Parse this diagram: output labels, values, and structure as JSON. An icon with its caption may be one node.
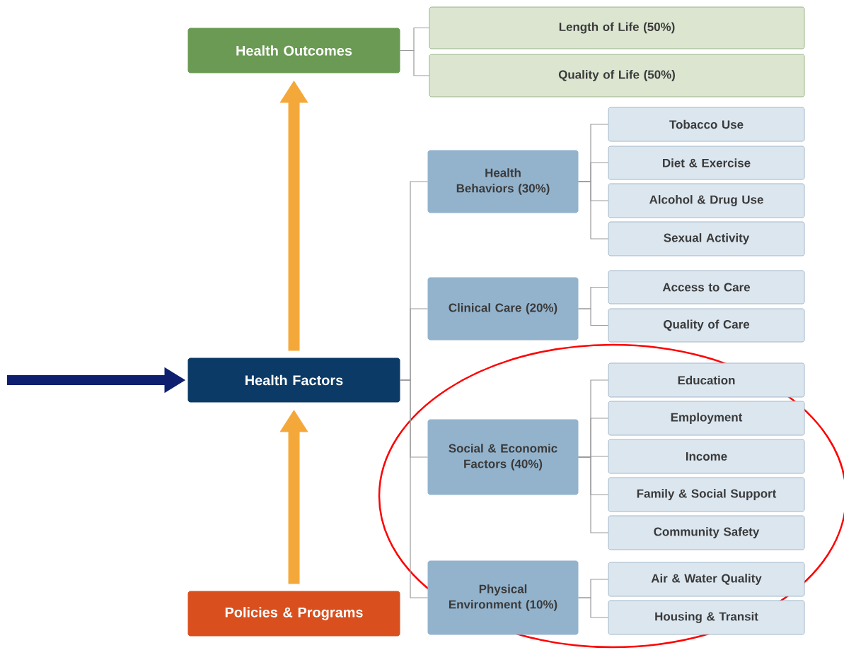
{
  "diagram": {
    "nodes": [
      {
        "text": [
          "Health Outcomes"
        ]
      },
      {
        "text": [
          "Length of Life (50%)"
        ]
      },
      {
        "text": [
          "Quality of Life (50%)"
        ]
      },
      {
        "text": [
          "Health Behaviors (30%)"
        ]
      },
      {
        "text": [
          "Tobacco Use"
        ]
      },
      {
        "text": [
          "Diet & Exercise"
        ]
      },
      {
        "text": [
          "Alcohol & Drug Use"
        ]
      },
      {
        "text": [
          "Sexual Activity"
        ]
      },
      {
        "text": [
          "Clinical Care (20%)"
        ]
      },
      {
        "text": [
          "Access to Care"
        ]
      },
      {
        "text": [
          "Quality of Care"
        ]
      },
      {
        "text": [
          "Health Factors"
        ]
      },
      {
        "text": [
          "Social & Economic Factors (40%)"
        ]
      },
      {
        "text": [
          "Education"
        ]
      },
      {
        "text": [
          "Employment"
        ]
      },
      {
        "text": [
          "Income"
        ]
      },
      {
        "text": [
          "Family & Social Support"
        ]
      },
      {
        "text": [
          "Community Safety"
        ]
      },
      {
        "text": [
          "Physical Environment (10%)"
        ]
      },
      {
        "text": [
          "Air & Water Quality"
        ]
      },
      {
        "text": [
          "Housing & Transit"
        ]
      },
      {
        "text": [
          "Policies & Programs"
        ]
      }
    ],
    "edges": [
      {
        "from": 0,
        "to": 1,
        "arrow": "none"
      },
      {
        "from": 0,
        "to": 2,
        "arrow": "none"
      },
      {
        "from": 11,
        "to": 3,
        "arrow": "none"
      },
      {
        "from": 11,
        "to": 8,
        "arrow": "none"
      },
      {
        "from": 11,
        "to": 12,
        "arrow": "none"
      },
      {
        "from": 11,
        "to": 18,
        "arrow": "none"
      },
      {
        "from": 3,
        "to": 4,
        "arrow": "none"
      },
      {
        "from": 3,
        "to": 5,
        "arrow": "none"
      },
      {
        "from": 3,
        "to": 6,
        "arrow": "none"
      },
      {
        "from": 3,
        "to": 7,
        "arrow": "none"
      },
      {
        "from": 8,
        "to": 9,
        "arrow": "none"
      },
      {
        "from": 8,
        "to": 10,
        "arrow": "none"
      },
      {
        "from": 12,
        "to": 13,
        "arrow": "none"
      },
      {
        "from": 12,
        "to": 14,
        "arrow": "none"
      },
      {
        "from": 12,
        "to": 15,
        "arrow": "none"
      },
      {
        "from": 12,
        "to": 16,
        "arrow": "none"
      },
      {
        "from": 12,
        "to": 17,
        "arrow": "none"
      },
      {
        "from": 18,
        "to": 19,
        "arrow": "none"
      },
      {
        "from": 18,
        "to": 20,
        "arrow": "none"
      },
      {
        "from": 21,
        "to": 11,
        "arrow": "to",
        "style": "thick",
        "color": "#f5a83a"
      },
      {
        "from": 11,
        "to": 0,
        "arrow": "to",
        "style": "thick",
        "color": "#f5a83a"
      },
      {
        "from": null,
        "to": 11,
        "arrow": "to",
        "style": "thick",
        "color": "#0d1f6e"
      }
    ]
  }
}
